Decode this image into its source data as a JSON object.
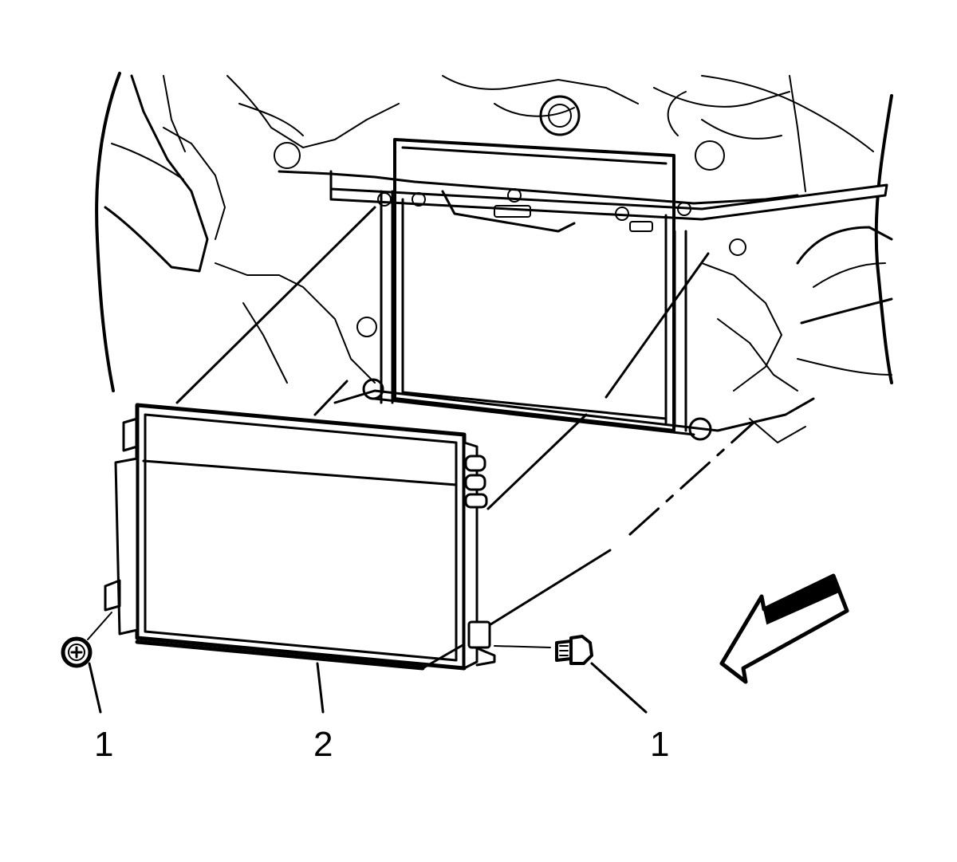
{
  "callouts": [
    {
      "label": "1"
    },
    {
      "label": "2"
    },
    {
      "label": "1"
    }
  ],
  "colors": {
    "line": "#000000",
    "background": "#ffffff"
  },
  "icons": {
    "direction_arrow": "front-direction-arrow-icon",
    "fastener_left": "bolt-head-icon",
    "fastener_right": "bolt-icon"
  }
}
